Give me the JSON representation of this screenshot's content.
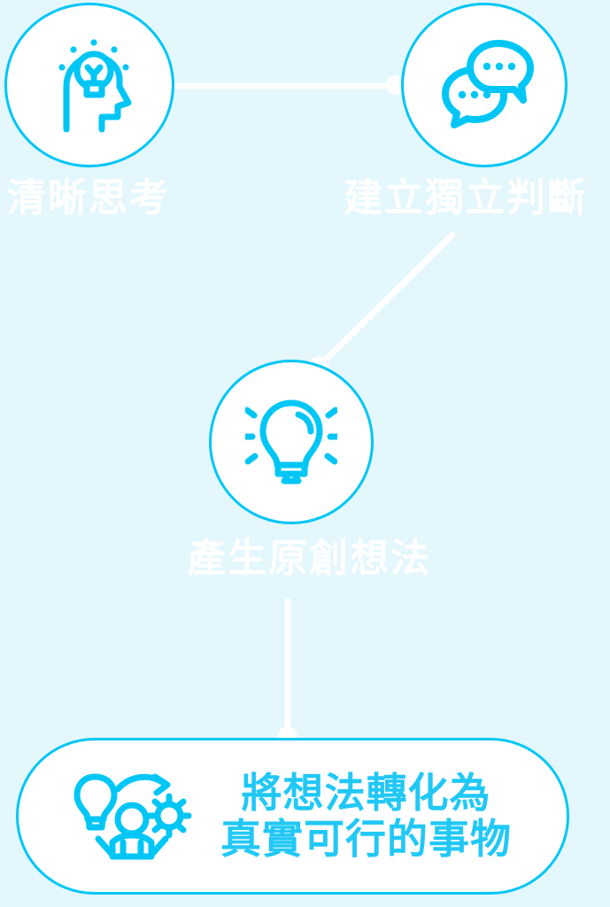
{
  "theme": {
    "background": "#e3f7fd",
    "accent": "#00c6f5",
    "accent_text": "#21c8f6",
    "node_fill": "#ffffff",
    "label_text": "#ffffff",
    "connector": "#ffffff"
  },
  "diagram": {
    "type": "flow",
    "nodes": [
      {
        "id": "clear-thinking",
        "shape": "circle",
        "icon": "head-lightbulb-icon",
        "label": "清晰思考"
      },
      {
        "id": "independent-judgement",
        "shape": "circle",
        "icon": "speech-bubbles-icon",
        "label": "建立獨立判斷"
      },
      {
        "id": "original-ideas",
        "shape": "circle",
        "icon": "lightbulb-rays-icon",
        "label": "產生原創想法"
      },
      {
        "id": "make-real",
        "shape": "pill",
        "icon": "person-bulb-gear-icon",
        "label_line1": "將想法轉化為",
        "label_line2": "真實可行的事物"
      }
    ],
    "connectors": [
      {
        "id": "think-to-judge",
        "style": "horizontal-line-with-dot"
      },
      {
        "id": "judge-to-idea",
        "style": "diagonal-line-with-dot"
      },
      {
        "id": "idea-to-outcome",
        "style": "vertical-line-with-dot"
      }
    ]
  }
}
